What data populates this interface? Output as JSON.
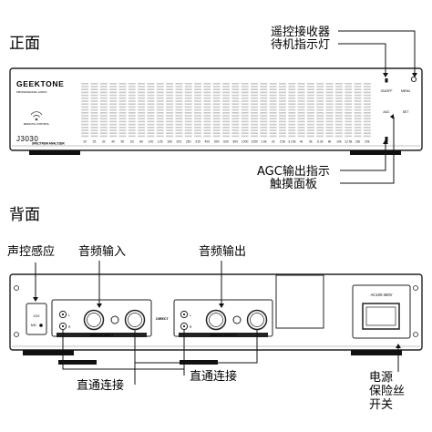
{
  "front": {
    "title": "正面",
    "brand": "GEEKTONE",
    "brand_sub": "PROFESSIONAL AUDIO",
    "model": "J3030",
    "model_caption": "SPECTRUM ANALYZER",
    "wifi_caption": "REMOTE CONTROL",
    "freq_labels": [
      "20",
      "25",
      "32",
      "40",
      "50",
      "63",
      "80",
      "100",
      "125",
      "160",
      "200",
      "250",
      "315",
      "400",
      "500",
      "630",
      "800",
      "1000",
      "1250",
      "1.6k",
      "2k",
      "2.5k",
      "3.15k",
      "4k",
      "5k",
      "6.3k",
      "8k",
      "10k",
      "12.5k",
      "16k",
      "20k"
    ],
    "btn_on_off": "ON/OFF",
    "btn_menu": "MENU",
    "btn_agc": "AGC",
    "btn_set": "SET",
    "label_remote": "遥控接收器",
    "label_standby": "待机指示灯",
    "label_agc": "AGC输出指示",
    "label_touch": "触摸面板"
  },
  "back": {
    "title": "背面",
    "label_sound_sensor": "声控感应",
    "label_audio_in": "音频输入",
    "label_audio_out": "音频输出",
    "label_direct_1": "直通连接",
    "label_direct_2": "直通连接",
    "label_power_1": "电源",
    "label_power_2": "保险丝",
    "label_power_3": "开关",
    "vox": "VOX",
    "mic": "MIC",
    "analog_input": "ANALOG INPUT",
    "analog_output": "ANALOG OUTPUT",
    "direct": "DIRECT",
    "ac_label": "AC100-260V",
    "ch_l": "L",
    "ch_r": "R"
  }
}
